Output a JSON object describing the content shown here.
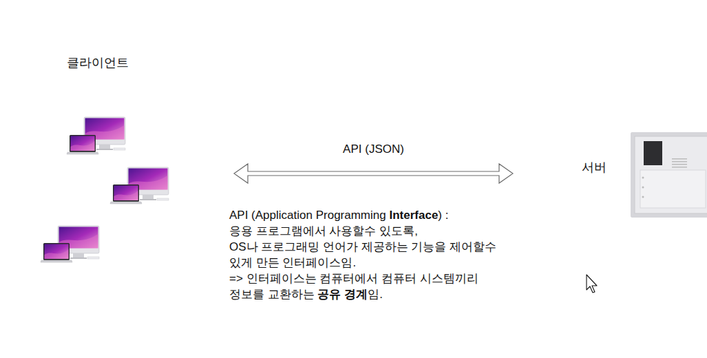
{
  "diagram": {
    "nodes": [
      {
        "text": [
          "클라이언트"
        ]
      },
      {
        "text": [
          "서버"
        ]
      }
    ],
    "edges": [
      {
        "from": 0,
        "to": 1,
        "arrow": "both",
        "label": "API (JSON)"
      }
    ],
    "labels": [
      "API (Application Programming",
      "Interface",
      ") :",
      "응용 프로그램에서 사용할수 있도록,",
      "OS나 프로그래밍 언어가 제공하는 기능을 제어할수",
      "있게 만든 인터페이스임.",
      "=> 인터페이스는 컴퓨터에서 컴퓨터 시스템끼리",
      "정보를 교환하는",
      "공유 경계",
      "임."
    ]
  }
}
